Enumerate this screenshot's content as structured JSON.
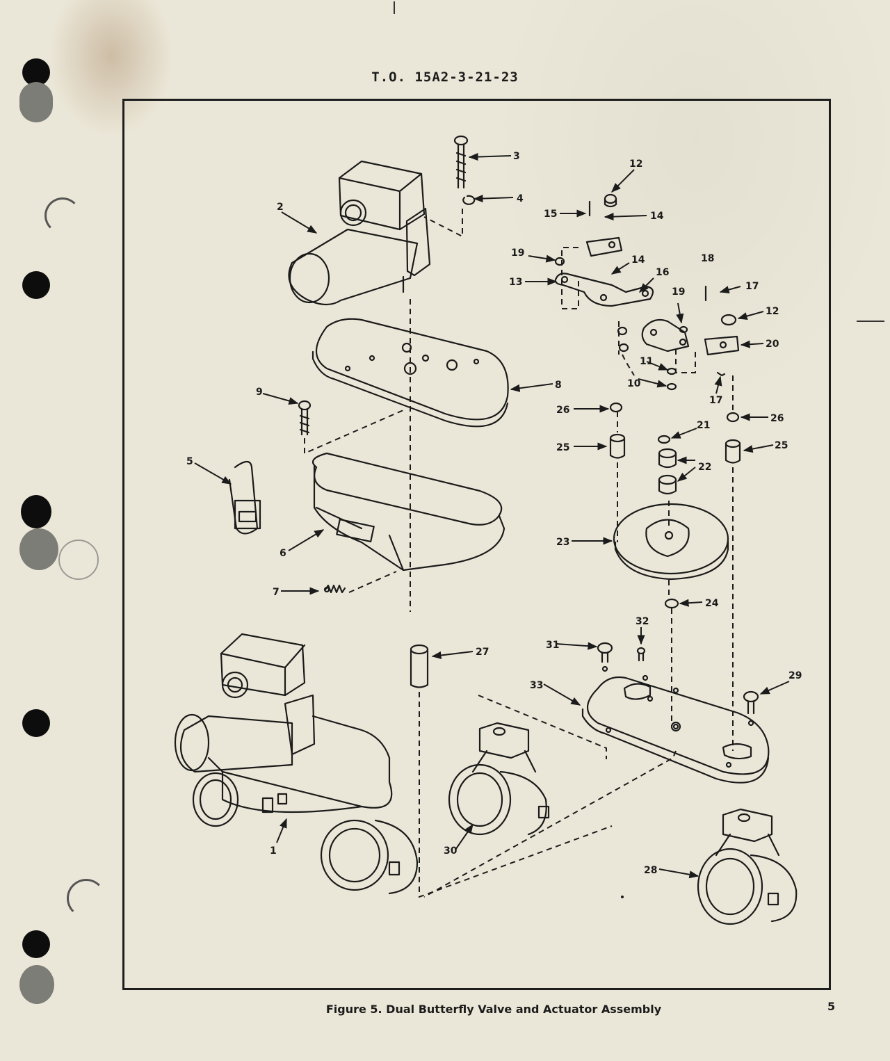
{
  "header": {
    "doc_number": "T.O. 15A2-3-21-23"
  },
  "caption": "Figure 5. Dual Butterfly Valve and Actuator Assembly",
  "page_number": "5",
  "callouts": {
    "c1": "1",
    "c2": "2",
    "c3": "3",
    "c4": "4",
    "c5": "5",
    "c6": "6",
    "c7": "7",
    "c8": "8",
    "c9": "9",
    "c10": "10",
    "c11": "11",
    "c12a": "12",
    "c12b": "12",
    "c13": "13",
    "c14a": "14",
    "c14b": "14",
    "c15": "15",
    "c16": "16",
    "c17a": "17",
    "c17b": "17",
    "c18": "18",
    "c19a": "19",
    "c19b": "19",
    "c20": "20",
    "c21": "21",
    "c22": "22",
    "c23": "23",
    "c24": "24",
    "c25a": "25",
    "c25b": "25",
    "c26a": "26",
    "c26b": "26",
    "c27": "27",
    "c28": "28",
    "c29": "29",
    "c30": "30",
    "c31": "31",
    "c32": "32",
    "c33": "33"
  }
}
